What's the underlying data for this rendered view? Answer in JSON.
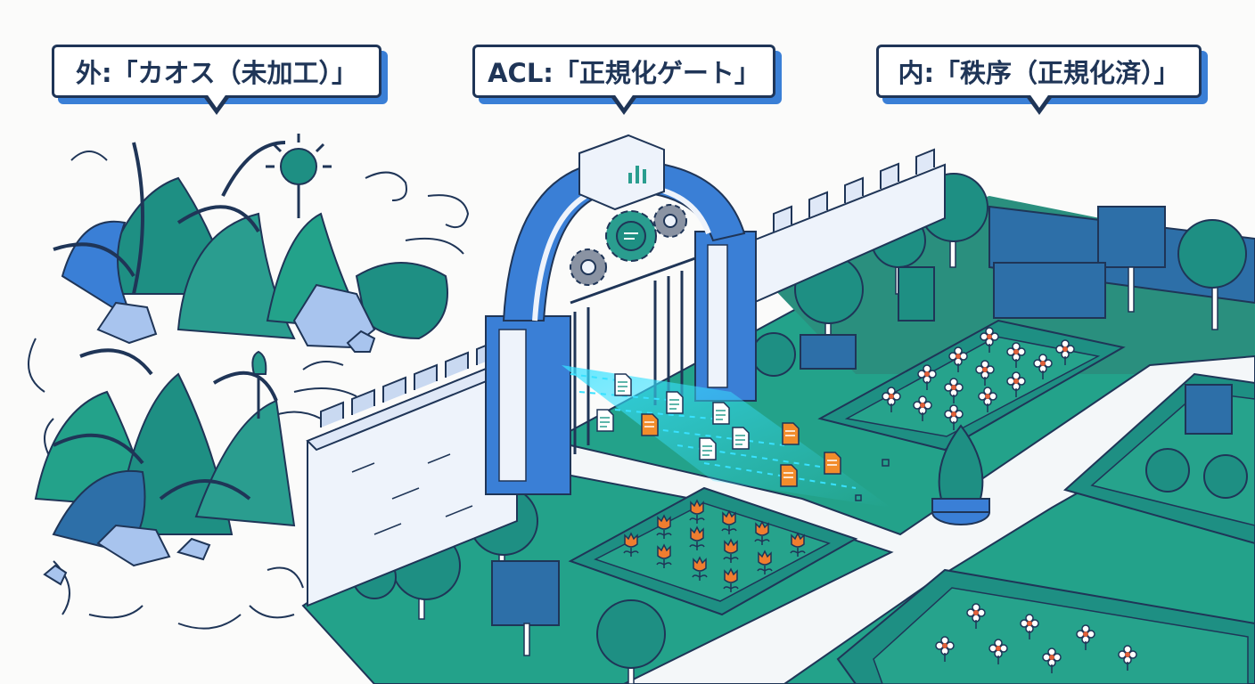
{
  "callouts": {
    "outside": {
      "text": "外:「カオス（未加工）」"
    },
    "acl": {
      "text": "ACL:「正規化ゲート」"
    },
    "inside": {
      "text": "内:「秩序（正規化済）」"
    }
  },
  "colors": {
    "outline": "#1f3557",
    "teal": "#2a9d8f",
    "blue": "#3a7fd6",
    "lawn": "#23a28a",
    "shadow": "#2d7da0",
    "flower_orange": "#ef7d2f",
    "flower_white": "#ffffff",
    "data_stream": "#38e1ff",
    "document_orange": "#f28c2b"
  },
  "icons": {
    "gate": "arch-gate-icon",
    "gear": "gear-icon",
    "chart": "bar-chart-icon",
    "document": "document-icon",
    "flower": "flower-icon",
    "tree": "tree-icon",
    "hedge": "hedge-icon",
    "rock": "rock-icon",
    "thorn_vine": "thorn-vine-icon"
  }
}
